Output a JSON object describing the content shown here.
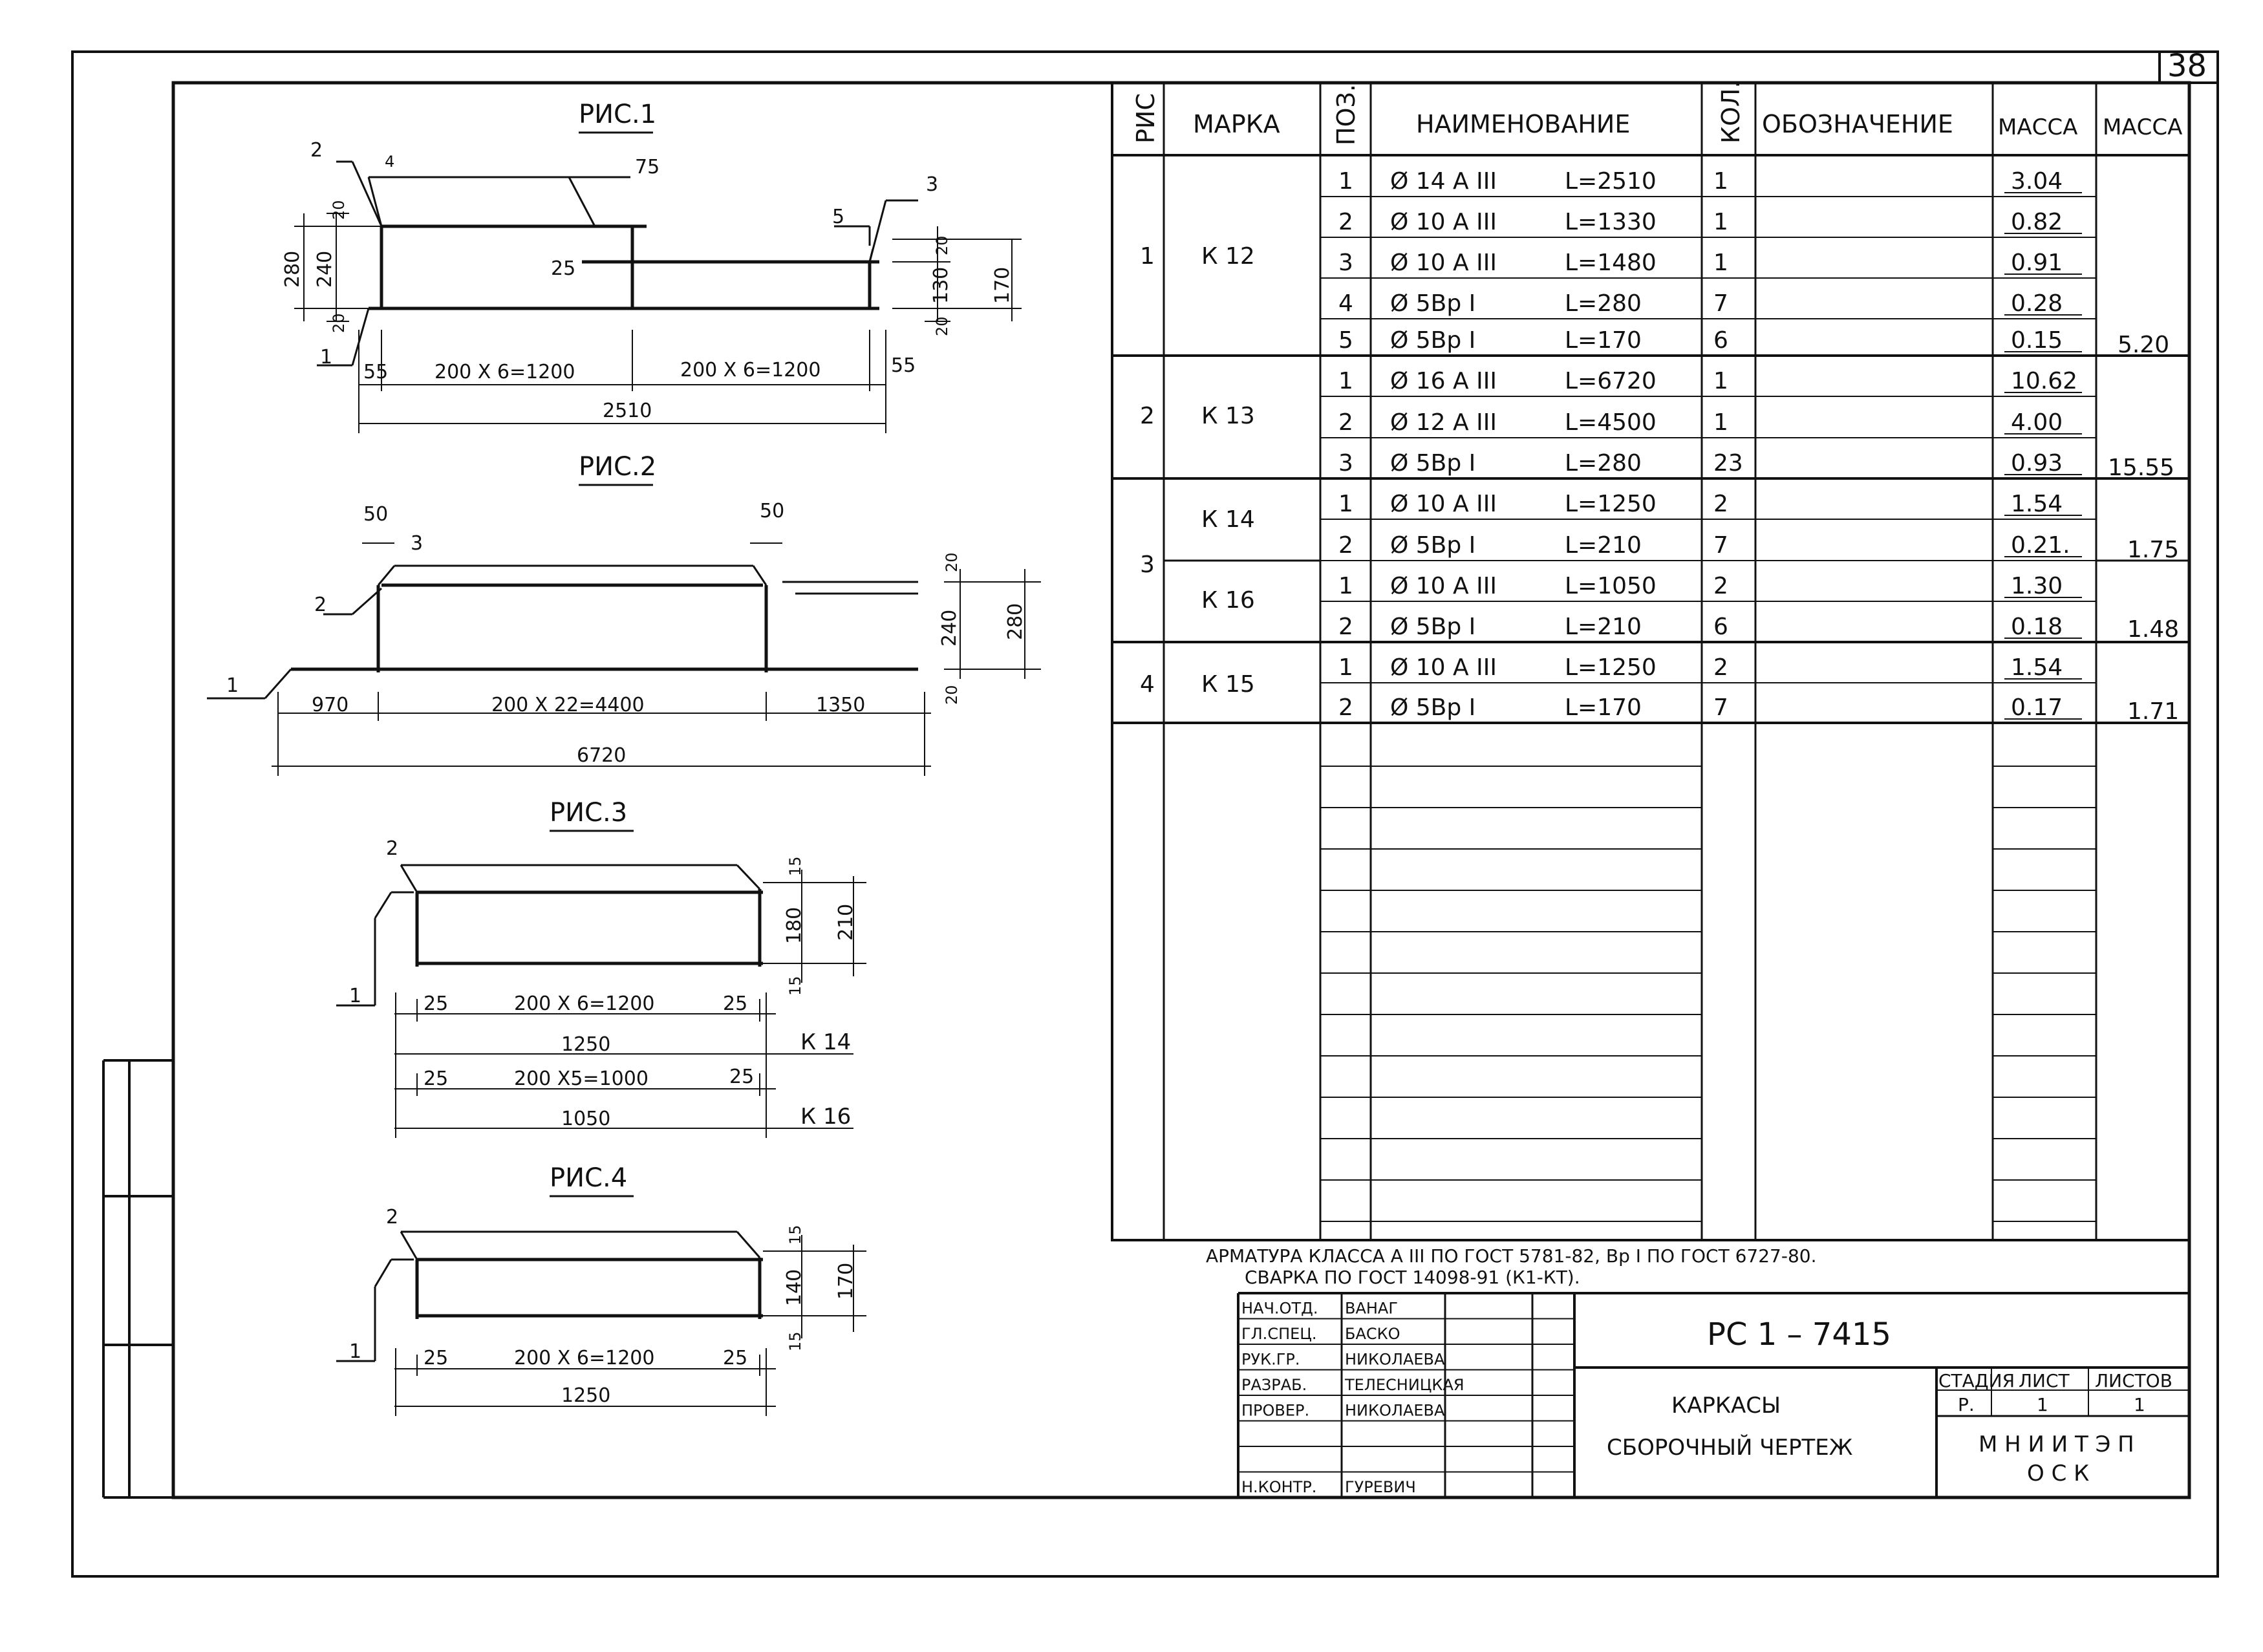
{
  "sheet_number": "38",
  "figures": {
    "fig1": {
      "title": "РИС.1",
      "callouts": [
        "2",
        "4",
        "75",
        "3",
        "5",
        "25",
        "1"
      ],
      "dims": {
        "h_total": "280",
        "h_mid": "240",
        "h_top": "20",
        "h_bot": "20",
        "r_20": "20",
        "r_130": "130",
        "r_170": "170",
        "r_20b": "20",
        "left_55": "55",
        "span1": "200 X 6=1200",
        "span2": "200 X 6=1200",
        "right_55": "55",
        "total": "2510"
      }
    },
    "fig2": {
      "title": "РИС.2",
      "callouts": [
        "50",
        "50",
        "3",
        "2",
        "1"
      ],
      "dims": {
        "r_20": "20",
        "r_240": "240",
        "r_280": "280",
        "r_20b": "20",
        "left": "970",
        "span": "200 X 22=4400",
        "right": "1350",
        "total": "6720"
      }
    },
    "fig3": {
      "title": "РИС.3",
      "callouts": [
        "2",
        "1"
      ],
      "dims": {
        "r_15": "15",
        "r_180": "180",
        "r_210": "210",
        "r_15b": "15",
        "a_25": "25",
        "a_span": "200 X 6=1200",
        "a_25b": "25",
        "a_total": "1250",
        "a_mark": "К 14",
        "b_25": "25",
        "b_span": "200 X5=1000",
        "b_25b": "25",
        "b_total": "1050",
        "b_mark": "К 16"
      }
    },
    "fig4": {
      "title": "РИС.4",
      "callouts": [
        "2",
        "1"
      ],
      "dims": {
        "r_15": "15",
        "r_140": "140",
        "r_170": "170",
        "r_15b": "15",
        "a_25": "25",
        "a_span": "200 X 6=1200",
        "a_25b": "25",
        "a_total": "1250"
      }
    }
  },
  "spec_table": {
    "headers": {
      "ris": "РИС",
      "marka": "МАРКА",
      "poz": "ПОЗ.",
      "naim": "НАИМЕНОВАНИЕ",
      "kol": "КОЛ.",
      "oboz": "ОБОЗНАЧЕНИЕ",
      "massa1": "МАССА",
      "massa2": "МАССА"
    },
    "rows": [
      {
        "poz": "1",
        "dia": "Ø 14  А III",
        "len": "L=2510",
        "kol": "1",
        "mass": "3.04"
      },
      {
        "poz": "2",
        "dia": "Ø 10  А III",
        "len": "L=1330",
        "kol": "1",
        "mass": "0.82"
      },
      {
        "poz": "3",
        "dia": "Ø 10  А III",
        "len": "L=1480",
        "kol": "1",
        "mass": "0.91"
      },
      {
        "poz": "4",
        "dia": "Ø  5Вр I",
        "len": "L=280",
        "kol": "7",
        "mass": "0.28"
      },
      {
        "poz": "5",
        "dia": "Ø  5Вр I",
        "len": "L=170",
        "kol": "6",
        "mass": "0.15"
      },
      {
        "poz": "1",
        "dia": "Ø 16  А III",
        "len": "L=6720",
        "kol": "1",
        "mass": "10.62"
      },
      {
        "poz": "2",
        "dia": "Ø 12  А III",
        "len": "L=4500",
        "kol": "1",
        "mass": "4.00"
      },
      {
        "poz": "3",
        "dia": "Ø  5Вр I",
        "len": "L=280",
        "kol": "23",
        "mass": "0.93"
      },
      {
        "poz": "1",
        "dia": "Ø 10  А III",
        "len": "L=1250",
        "kol": "2",
        "mass": "1.54"
      },
      {
        "poz": "2",
        "dia": "Ø  5Вр I",
        "len": "L=210",
        "kol": "7",
        "mass": "0.21."
      },
      {
        "poz": "1",
        "dia": "Ø 10  А III",
        "len": "L=1050",
        "kol": "2",
        "mass": "1.30"
      },
      {
        "poz": "2",
        "dia": "Ø  5Вр I",
        "len": "L=210",
        "kol": "6",
        "mass": "0.18"
      },
      {
        "poz": "1",
        "dia": "Ø 10  А III",
        "len": "L=1250",
        "kol": "2",
        "mass": "1.54"
      },
      {
        "poz": "2",
        "dia": "Ø  5Вр I",
        "len": "L=170",
        "kol": "7",
        "mass": "0.17"
      }
    ],
    "groups": [
      {
        "ris": "1",
        "marka": "К 12",
        "total": "5.20"
      },
      {
        "ris": "2",
        "marka": "К 13",
        "total": "15.55"
      },
      {
        "ris": "3",
        "marka_a": "К 14",
        "total_a": "1.75",
        "marka_b": "К 16",
        "total_b": "1.48"
      },
      {
        "ris": "4",
        "marka": "К 15",
        "total": "1.71"
      }
    ]
  },
  "notes": {
    "line1": "АРМАТУРА КЛАССА А III  ПО  ГОСТ  5781-82,  Вр I   ПО  ГОСТ  6727-80.",
    "line2": "СВАРКА  ПО  ГОСТ  14098-91  (К1-КТ)."
  },
  "title_block": {
    "roles": [
      "НАЧ.ОТД.",
      "ГЛ.СПЕЦ.",
      "РУК.ГР.",
      "РАЗРАБ.",
      "ПРОВЕР.",
      "",
      "",
      "Н.КОНТР."
    ],
    "names": [
      "ВАНАГ",
      "БАСКО",
      "НИКОЛАЕВА",
      "ТЕЛЕСНИЦКАЯ",
      "НИКОЛАЕВА",
      "",
      "",
      "ГУРЕВИЧ"
    ],
    "doc_code": "РС 1 –  7415",
    "title_line1": "КАРКАСЫ",
    "title_line2": "СБОРОЧНЫЙ  ЧЕРТЕЖ",
    "stage_label": "СТАДИЯ",
    "sheet_label": "ЛИСТ",
    "sheets_label": "ЛИСТОВ",
    "stage": "Р.",
    "sheet": "1",
    "sheets": "1",
    "org_line1": "М Н И И Т Э П",
    "org_line2": "О С К"
  }
}
